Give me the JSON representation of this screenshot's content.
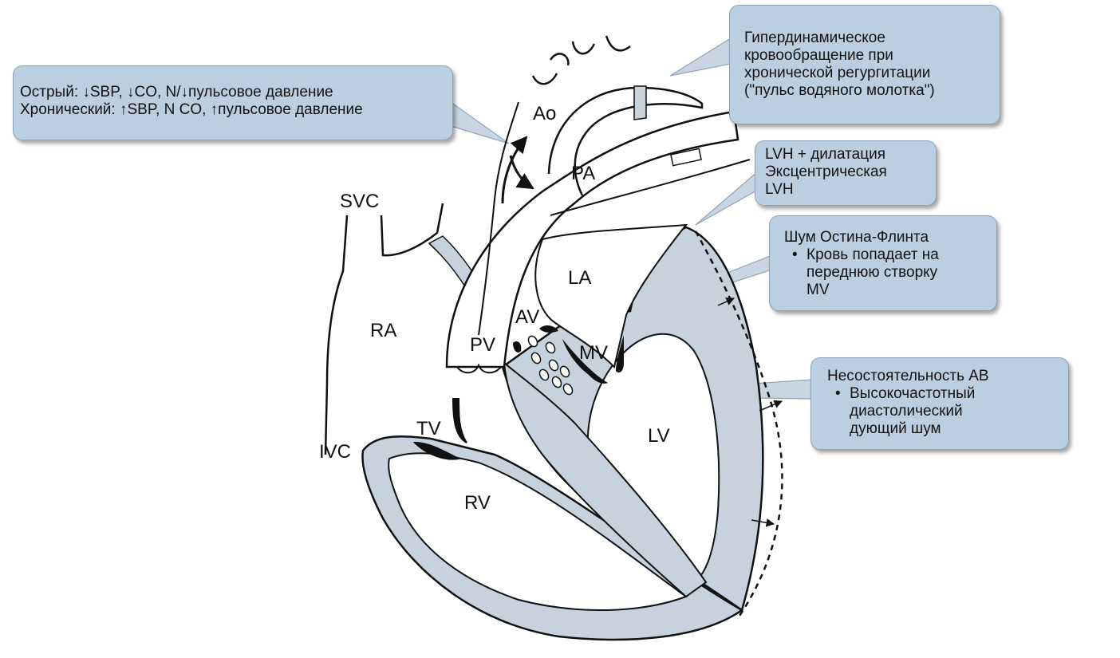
{
  "colors": {
    "myocardium": "#c6d3df",
    "callout_fill": "#bccfe0",
    "callout_border": "#8ea3b6",
    "stroke": "#111111"
  },
  "labels": {
    "ao": "Ao",
    "pa": "PA",
    "svc": "SVC",
    "ra": "RA",
    "la": "LA",
    "av": "AV",
    "pv": "PV",
    "mv": "MV",
    "tv": "TV",
    "ivc": "IVC",
    "rv": "RV",
    "lv": "LV"
  },
  "callouts": {
    "acute_chronic": {
      "line1": "Острый: ↓SBP, ↓CO, N/↓пульсовое давление",
      "line2": "Хронический: ↑SBP, N CO, ↑пульсовое давление"
    },
    "hyperdynamic": {
      "line1": "Гипердинамическое",
      "line2": "кровообращение при",
      "line3": "хронической регургитации",
      "line4": "(\"пульс водяного молотка\")"
    },
    "lvh": {
      "line1": "LVH + дилатация",
      "line2": "Эксцентрическая",
      "line3": "LVH"
    },
    "austin_flint": {
      "title": "Шум Остина-Флинта",
      "bullet_line1": "Кровь попадает на",
      "bullet_line2": "переднюю створку",
      "bullet_line3": "MV"
    },
    "ar": {
      "title": "Несостоятельность АВ",
      "bullet_line1": "Высокочастотный",
      "bullet_line2": "диастолический",
      "bullet_line3": "дующий шум"
    }
  }
}
